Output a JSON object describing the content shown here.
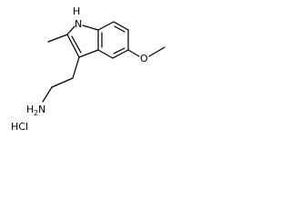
{
  "structure": {
    "labels": {
      "nh": "H",
      "n_indole": "N",
      "oxygen": "O",
      "amine_n": "N",
      "amine_h": "H",
      "amine_sub": "2",
      "salt": "HCl"
    }
  }
}
